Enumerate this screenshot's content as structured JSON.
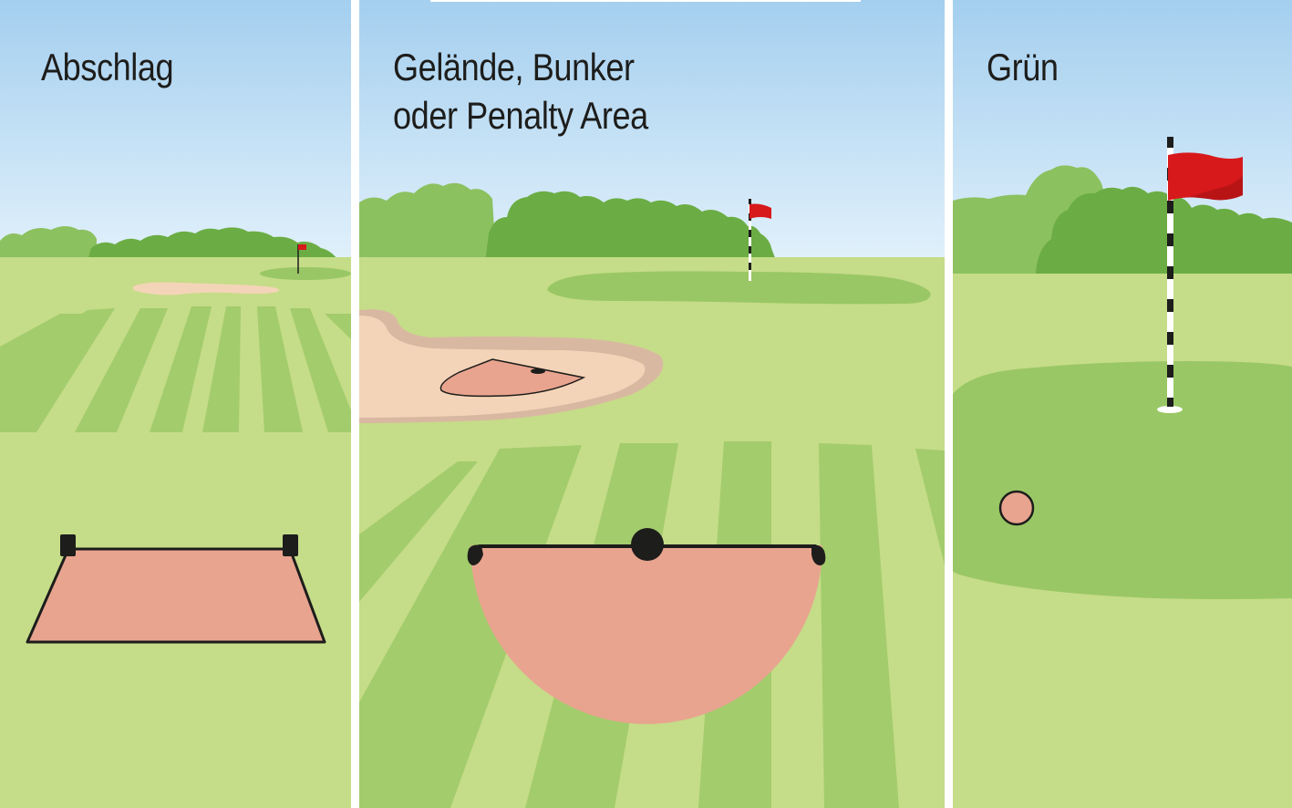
{
  "panels": [
    {
      "id": "abschlag",
      "title_lines": [
        "Abschlag"
      ]
    },
    {
      "id": "gelaende",
      "title_lines": [
        "Gelände, Bunker",
        "oder Penalty Area"
      ]
    },
    {
      "id": "gruen",
      "title_lines": [
        "Grün"
      ]
    }
  ],
  "colors": {
    "sky_top": "#a4cfef",
    "sky_bottom": "#e2f1fb",
    "fairway": "#c5dc88",
    "stripe": "#a3cc6c",
    "green": "#9ac765",
    "bushes_dark": "#6bad44",
    "bushes_light": "#8cc160",
    "sand": "#f4d4b8",
    "sand_rim": "#d9b8a2",
    "zone": "#e8a48f",
    "flag": "#d7191c",
    "outline": "#1d1d1b",
    "divider": "#ffffff"
  }
}
